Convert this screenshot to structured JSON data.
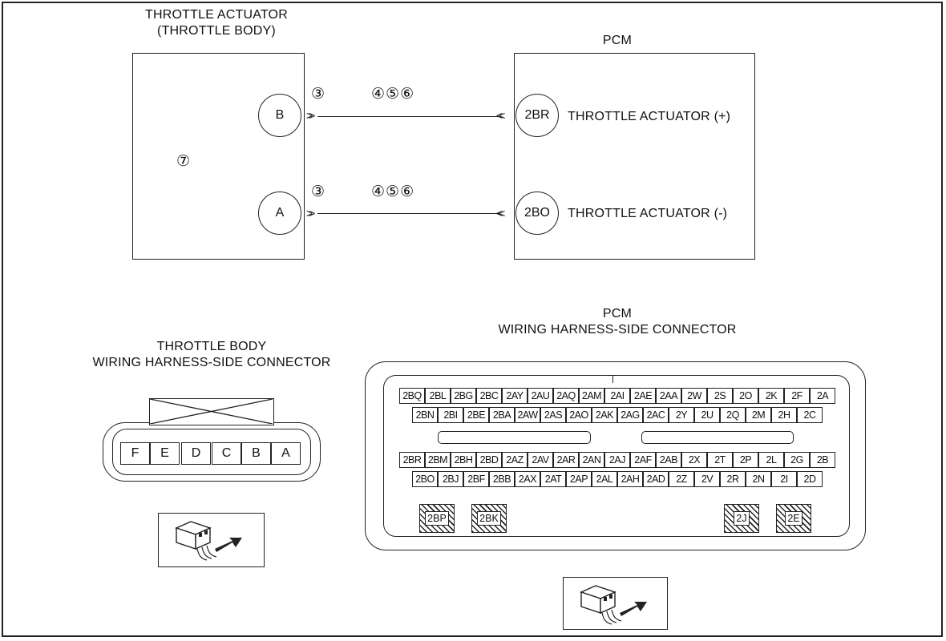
{
  "actuator": {
    "title1": "THROTTLE ACTUATOR",
    "title2": "(THROTTLE BODY)",
    "ref": "⑦"
  },
  "pcm": {
    "title": "PCM"
  },
  "circuits": [
    {
      "pin_left": "B",
      "pin_right": "2BR",
      "label": "THROTTLE ACTUATOR (+)",
      "ref_a": "③",
      "ref_b": "④⑤⑥"
    },
    {
      "pin_left": "A",
      "pin_right": "2BO",
      "label": "THROTTLE ACTUATOR (-)",
      "ref_a": "③",
      "ref_b": "④⑤⑥"
    }
  ],
  "tb_connector": {
    "title1": "THROTTLE BODY",
    "title2": "WIRING HARNESS-SIDE CONNECTOR",
    "pins": [
      "F",
      "E",
      "D",
      "C",
      "B",
      "A"
    ]
  },
  "pcm_connector": {
    "title1": "PCM",
    "title2": "WIRING HARNESS-SIDE CONNECTOR",
    "row1": [
      "2BQ",
      "2BL",
      "2BG",
      "2BC",
      "2AY",
      "2AU",
      "2AQ",
      "2AM",
      "2AI",
      "2AE",
      "2AA",
      "2W",
      "2S",
      "2O",
      "2K",
      "2F",
      "2A"
    ],
    "row2": [
      "2BN",
      "2BI",
      "2BE",
      "2BA",
      "2AW",
      "2AS",
      "2AO",
      "2AK",
      "2AG",
      "2AC",
      "2Y",
      "2U",
      "2Q",
      "2M",
      "2H",
      "2C"
    ],
    "row3": [
      "2BR",
      "2BM",
      "2BH",
      "2BD",
      "2AZ",
      "2AV",
      "2AR",
      "2AN",
      "2AJ",
      "2AF",
      "2AB",
      "2X",
      "2T",
      "2P",
      "2L",
      "2G",
      "2B"
    ],
    "row4": [
      "2BO",
      "2BJ",
      "2BF",
      "2BB",
      "2AX",
      "2AT",
      "2AP",
      "2AL",
      "2AH",
      "2AD",
      "2Z",
      "2V",
      "2R",
      "2N",
      "2I",
      "2D"
    ],
    "big_pins": [
      "2BP",
      "2BK",
      "2J",
      "2E"
    ]
  }
}
